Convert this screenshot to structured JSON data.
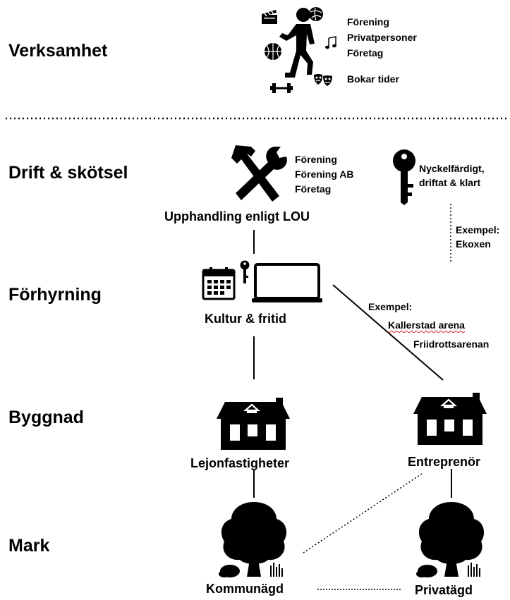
{
  "rows": {
    "verksamhet": "Verksamhet",
    "drift": "Drift & skötsel",
    "forhyrning": "Förhyrning",
    "byggnad": "Byggnad",
    "mark": "Mark"
  },
  "verksamhet": {
    "actors": [
      "Förening",
      "Privatpersoner",
      "Företag"
    ],
    "bokar": "Bokar tider"
  },
  "drift": {
    "actors": [
      "Förening",
      "Förening AB",
      "Företag"
    ],
    "upphandling": "Upphandling enligt LOU",
    "key_label_1": "Nyckelfärdigt,",
    "key_label_2": "driftat & klart",
    "exempel_1": "Exempel:",
    "exempel_2": "Ekoxen"
  },
  "forhyrning": {
    "kultur": "Kultur & fritid",
    "exempel": "Exempel:",
    "example_1": "Kallerstad arena",
    "example_2": "Friidrottsarenan"
  },
  "byggnad": {
    "lejon": "Lejonfastigheter",
    "entreprenor": "Entreprenör"
  },
  "mark": {
    "kommunagd": "Kommunägd",
    "privatagd": "Privatägd"
  },
  "icons": [
    "film-clapper-icon",
    "soccer-ball-icon",
    "runner-icon",
    "music-note-icon",
    "basketball-icon",
    "theater-masks-icon",
    "dumbbell-icon",
    "hammer-wrench-icon",
    "key-icon",
    "calendar-icon",
    "laptop-icon",
    "house-icon",
    "tree-icon"
  ]
}
